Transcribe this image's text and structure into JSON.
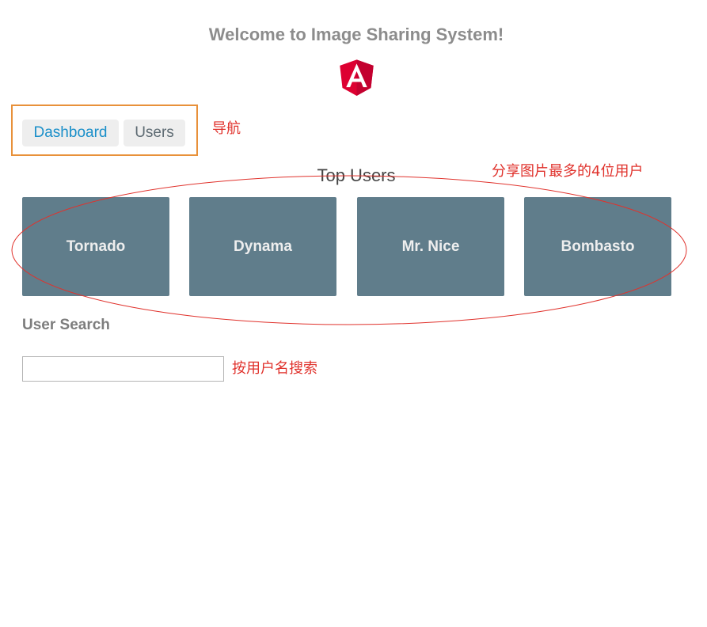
{
  "header": {
    "title": "Welcome to Image Sharing System!",
    "logo_icon": "angular-logo-icon",
    "logo_color": "#dd0031",
    "logo_letter": "A"
  },
  "nav": {
    "items": [
      {
        "label": "Dashboard"
      },
      {
        "label": "Users"
      }
    ]
  },
  "top_users": {
    "title": "Top Users",
    "users": [
      {
        "name": "Tornado"
      },
      {
        "name": "Dynama"
      },
      {
        "name": "Mr. Nice"
      },
      {
        "name": "Bombasto"
      }
    ]
  },
  "search": {
    "label": "User Search",
    "value": "",
    "placeholder": ""
  },
  "annotations": {
    "nav": "导航",
    "top_users": "分享图片最多的4位用户",
    "search": "按用户名搜索",
    "color": "#e0322c",
    "box_color": "#e8913a"
  },
  "colors": {
    "card_bg": "#607d8b",
    "card_text": "#eeeeee",
    "nav_active": "#1a8fc9"
  }
}
